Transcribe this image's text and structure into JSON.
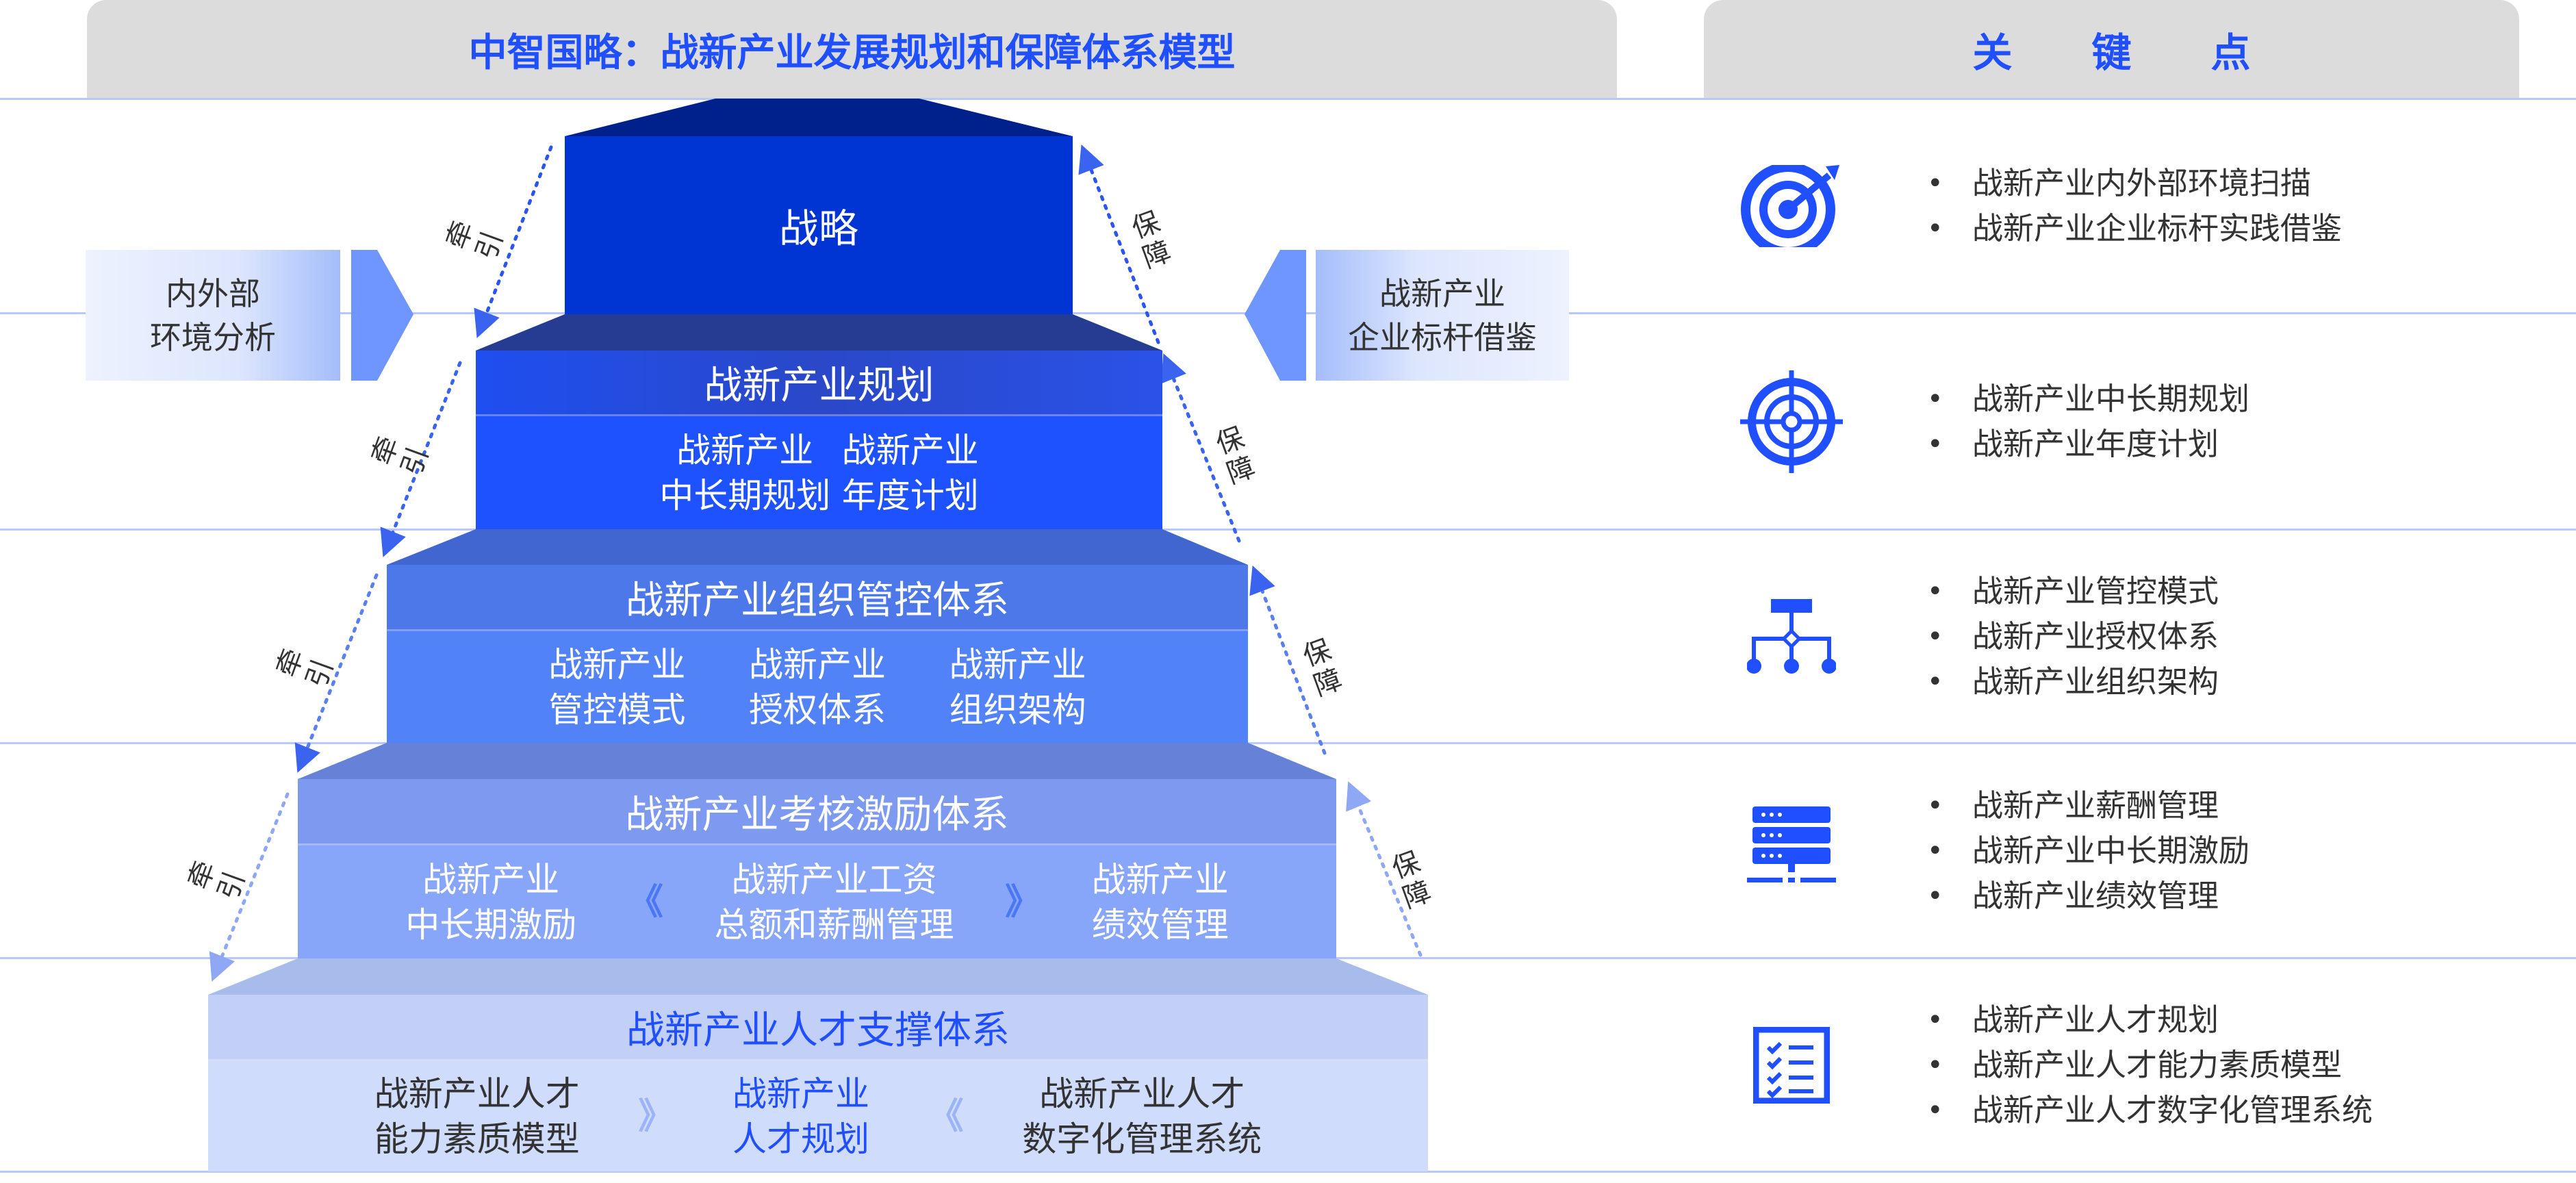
{
  "header": {
    "title": "中智国略：战新产业发展规划和保障体系模型",
    "key_points_title": "关　　键　　点"
  },
  "pyramid": {
    "top": {
      "title": "战略"
    },
    "levels": [
      {
        "title": "战新产业规划",
        "items": [
          "战新产业\n中长期规划",
          "战新产业\n年度计划"
        ]
      },
      {
        "title": "战新产业组织管控体系",
        "items": [
          "战新产业\n管控模式",
          "战新产业\n授权体系",
          "战新产业\n组织架构"
        ]
      },
      {
        "title": "战新产业考核激励体系",
        "items": [
          "战新产业\n中长期激励",
          "战新产业工资\n总额和薪酬管理",
          "战新产业\n绩效管理"
        ],
        "arrows": [
          "《",
          "》"
        ]
      },
      {
        "title": "战新产业人才支撑体系",
        "items": [
          "战新产业人才\n能力素质模型",
          "战新产业\n人才规划",
          "战新产业人才\n数字化管理系统"
        ],
        "arrows": [
          "》",
          "《"
        ]
      }
    ]
  },
  "side": {
    "left": "内外部\n环境分析",
    "right": "战新产业\n企业标杆借鉴"
  },
  "arrows": {
    "pull": "牵引",
    "guarantee": "保障"
  },
  "key_points": [
    {
      "icon": "target-arrow-icon",
      "items": [
        "战新产业内外部环境扫描",
        "战新产业企业标杆实践借鉴"
      ]
    },
    {
      "icon": "crosshair-icon",
      "items": [
        "战新产业中长期规划",
        "战新产业年度计划"
      ]
    },
    {
      "icon": "org-chart-icon",
      "items": [
        "战新产业管控模式",
        "战新产业授权体系",
        "战新产业组织架构"
      ]
    },
    {
      "icon": "server-icon",
      "items": [
        "战新产业薪酬管理",
        "战新产业中长期激励",
        "战新产业绩效管理"
      ]
    },
    {
      "icon": "checklist-icon",
      "items": [
        "战新产业人才规划",
        "战新产业人才能力素质模型",
        "战新产业人才数字化管理系统"
      ]
    }
  ],
  "bullet": "•",
  "colors": {
    "accent": "#1f4fff",
    "header_bg": "#dcdcdc"
  }
}
